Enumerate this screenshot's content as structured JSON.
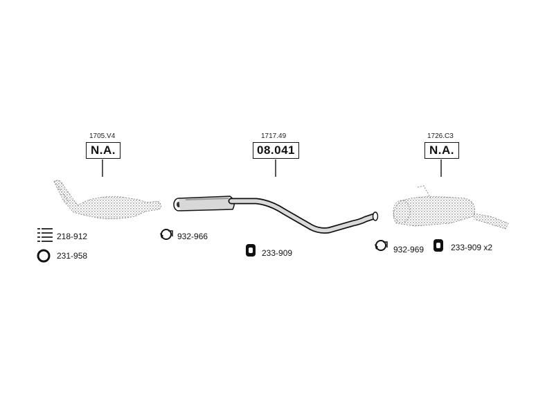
{
  "parts": [
    {
      "ref": "1705.V4",
      "code": "N.A."
    },
    {
      "ref": "1717.49",
      "code": "08.041"
    },
    {
      "ref": "1726.C3",
      "code": "N.A."
    }
  ],
  "accessories": {
    "bolt_kit": "218-912",
    "gasket_ring": "231-958",
    "clamp_left": "932-966",
    "rubber_hanger_mid": "233-909",
    "clamp_right": "932-969",
    "rubber_hanger_right": "233-909 x2"
  }
}
